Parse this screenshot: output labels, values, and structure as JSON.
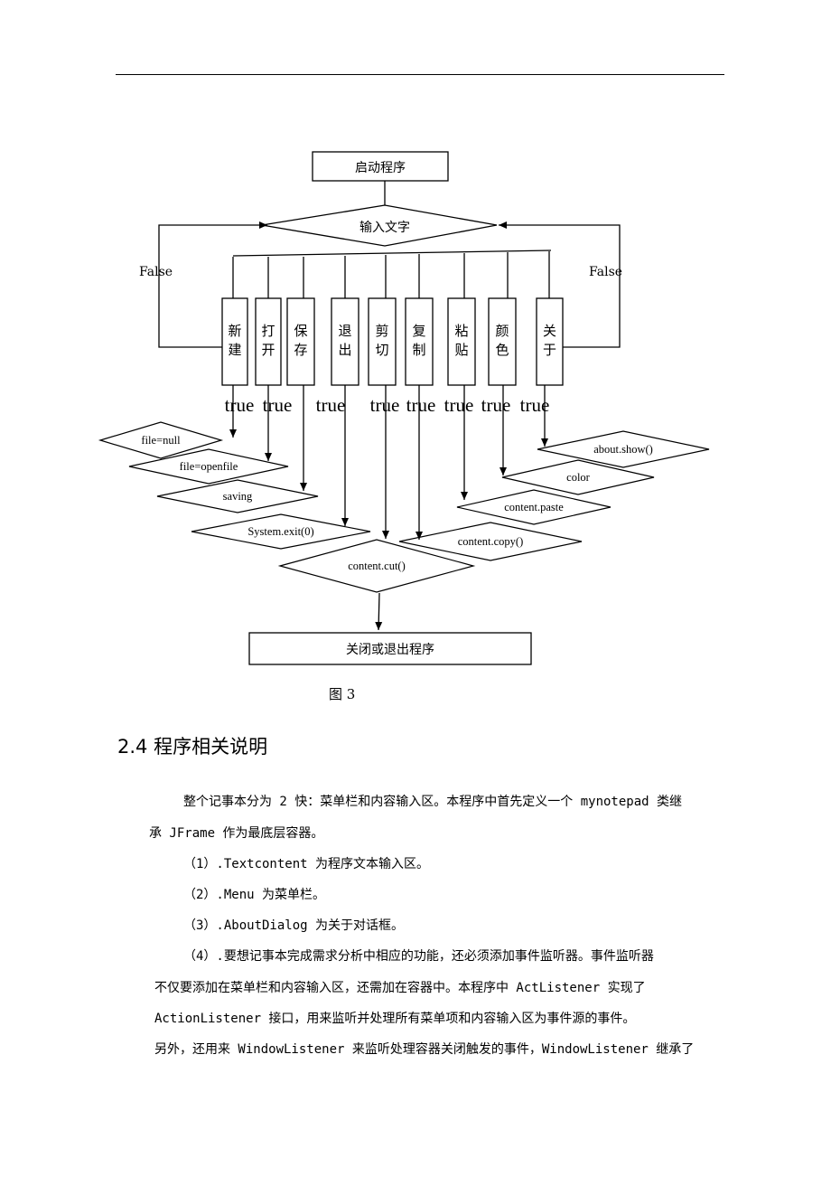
{
  "flow": {
    "start": "启动程序",
    "input": "输入文字",
    "false_left": "False",
    "false_right": "False",
    "menu_items": [
      "新建",
      "打开",
      "保存",
      "退出",
      "剪切",
      "复制",
      "粘贴",
      "颜色",
      "关于"
    ],
    "true_label": "true",
    "actions": [
      "file=null",
      "file=openfile",
      "saving",
      "System.exit(0)",
      "content.cut()",
      "content.copy()",
      "content.paste",
      "color",
      "about.show()"
    ],
    "end": "关闭或退出程序"
  },
  "caption": "图 3",
  "section": {
    "title": "2.4 程序相关说明",
    "paragraphs": [
      "整个记事本分为 2 快：菜单栏和内容输入区。本程序中首先定义一个 mynotepad 类继",
      "承 JFrame 作为最底层容器。",
      "（1）.Textcontent 为程序文本输入区。",
      "（2）.Menu 为菜单栏。",
      "（3）.AboutDialog 为关于对话框。",
      "（4）.要想记事本完成需求分析中相应的功能，还必须添加事件监听器。事件监听器",
      "不仅要添加在菜单栏和内容输入区，还需加在容器中。本程序中 ActListener 实现了",
      "ActionListener 接口，用来监听并处理所有菜单项和内容输入区为事件源的事件。",
      "另外，还用来 WindowListener 来监听处理容器关闭触发的事件，WindowListener 继承了"
    ]
  }
}
